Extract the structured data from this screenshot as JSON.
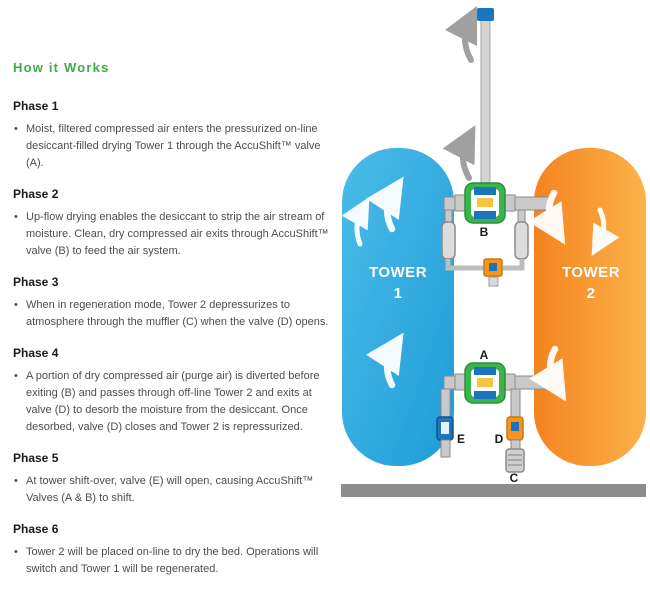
{
  "page": {
    "title": "How it Works"
  },
  "glyphs": {
    "bullet": "•"
  },
  "phases": [
    {
      "title": "Phase 1",
      "text": "Moist, filtered compressed air enters the pressurized on-line desiccant-filled drying Tower 1 through the AccuShift™ valve (A)."
    },
    {
      "title": "Phase 2",
      "text": "Up-flow drying enables the desiccant to strip the air stream of moisture. Clean, dry compressed air exits through AccuShift™ valve (B) to feed the air system."
    },
    {
      "title": "Phase 3",
      "text": "When in regeneration mode, Tower 2 depressurizes to atmosphere through the muffler (C) when the valve (D) opens."
    },
    {
      "title": "Phase 4",
      "text": "A portion of dry compressed air (purge air) is diverted before exiting (B) and passes through off-line Tower 2 and exits at valve (D) to desorb the moisture from the desiccant. Once desorbed, valve (D) closes and Tower 2 is repressurized."
    },
    {
      "title": "Phase 5",
      "text": "At tower shift-over, valve (E) will open, causing AccuShift™ Valves (A & B) to shift."
    },
    {
      "title": "Phase 6",
      "text": "Tower 2 will be placed on-line to dry the bed. Operations will switch and Tower 1 will be regenerated."
    }
  ],
  "diagram": {
    "tower1": {
      "line1": "TOWER",
      "line2": "1"
    },
    "tower2": {
      "line1": "TOWER",
      "line2": "2"
    },
    "valves": {
      "a": "A",
      "b": "B",
      "c": "C",
      "d": "D",
      "e": "E"
    },
    "colors": {
      "heading_green": "#3aad49",
      "tower1_blue": "#2fa8df",
      "tower2_orange": "#f58a1f",
      "valve_green": "#3bb54a",
      "valve_blue": "#1b75bc",
      "pipe_gray": "#c9c9c9",
      "floor_gray": "#8c8c8c"
    }
  }
}
